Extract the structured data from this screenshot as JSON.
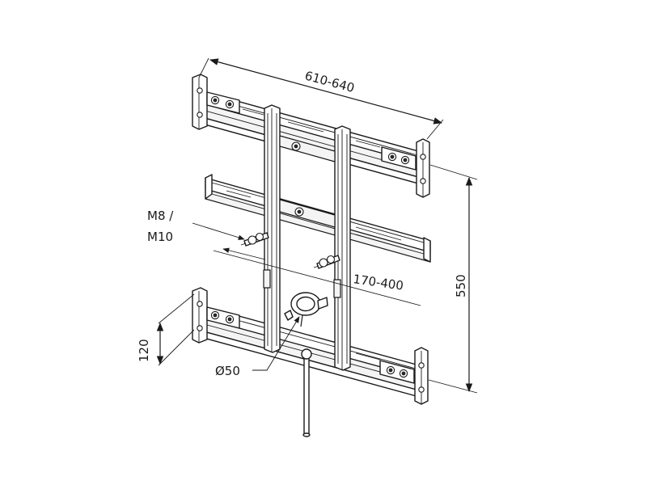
{
  "diagram": {
    "labels": {
      "width_range": "610-640",
      "height": "550",
      "bolt_size_line1": "M8 /",
      "bolt_size_line2": "M10",
      "stud_spacing": "170-400",
      "offset": "120",
      "pipe_diameter": "Ø50"
    }
  }
}
